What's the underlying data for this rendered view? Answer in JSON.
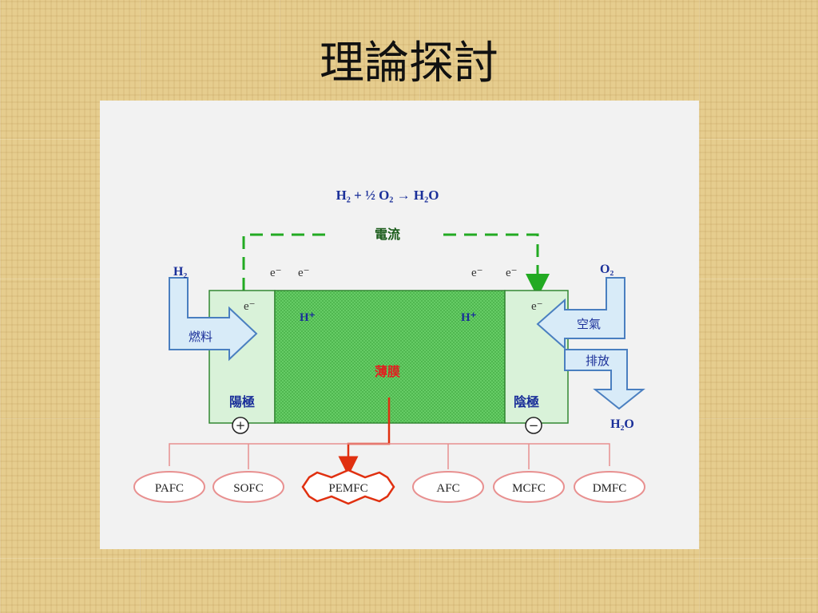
{
  "slide": {
    "title": "理論探討"
  },
  "diagram": {
    "equation": "H₂ + ½ O₂ → H₂O",
    "current_label": "電流",
    "electron": "e⁻",
    "proton": "H⁺",
    "membrane_label": "薄膜",
    "anode_label": "陽極",
    "cathode_label": "陰極",
    "anode_sign": "+",
    "cathode_sign": "−",
    "h2_label": "H₂",
    "o2_label": "O₂",
    "h2o_label": "H₂O",
    "fuel_label": "燃料",
    "air_label": "空氣",
    "exhaust_label": "排放",
    "fuel_cell_types": [
      "PAFC",
      "SOFC",
      "PEMFC",
      "AFC",
      "MCFC",
      "DMFC"
    ],
    "highlighted_type": "PEMFC",
    "colors": {
      "membrane": "#66cc66",
      "electrode": "#d9f2d9",
      "current_line": "#22aa22",
      "electron_text": "#333333",
      "proton_text": "#1a2f99",
      "gas_text": "#1a2f99",
      "membrane_text": "#e02020",
      "arrow_fill": "#d8ebf8",
      "arrow_stroke": "#4a7fc0",
      "type_border": "#e89090",
      "highlight_border": "#e03010"
    }
  }
}
